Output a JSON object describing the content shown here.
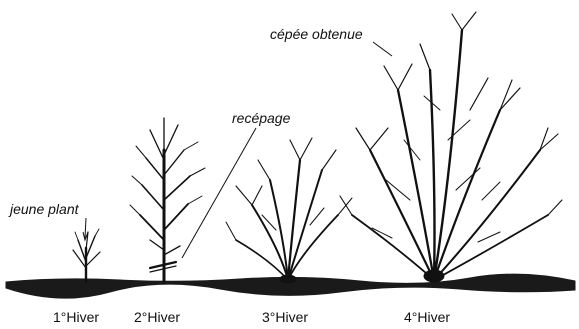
{
  "annotations": {
    "seedling": "jeune plant",
    "coppicing": "recépage",
    "result": "cépée obtenue"
  },
  "winters": [
    "1°Hiver",
    "2°Hiver",
    "3°Hiver",
    "4°Hiver"
  ],
  "colors": {
    "ink": "#111111",
    "background": "#ffffff"
  }
}
